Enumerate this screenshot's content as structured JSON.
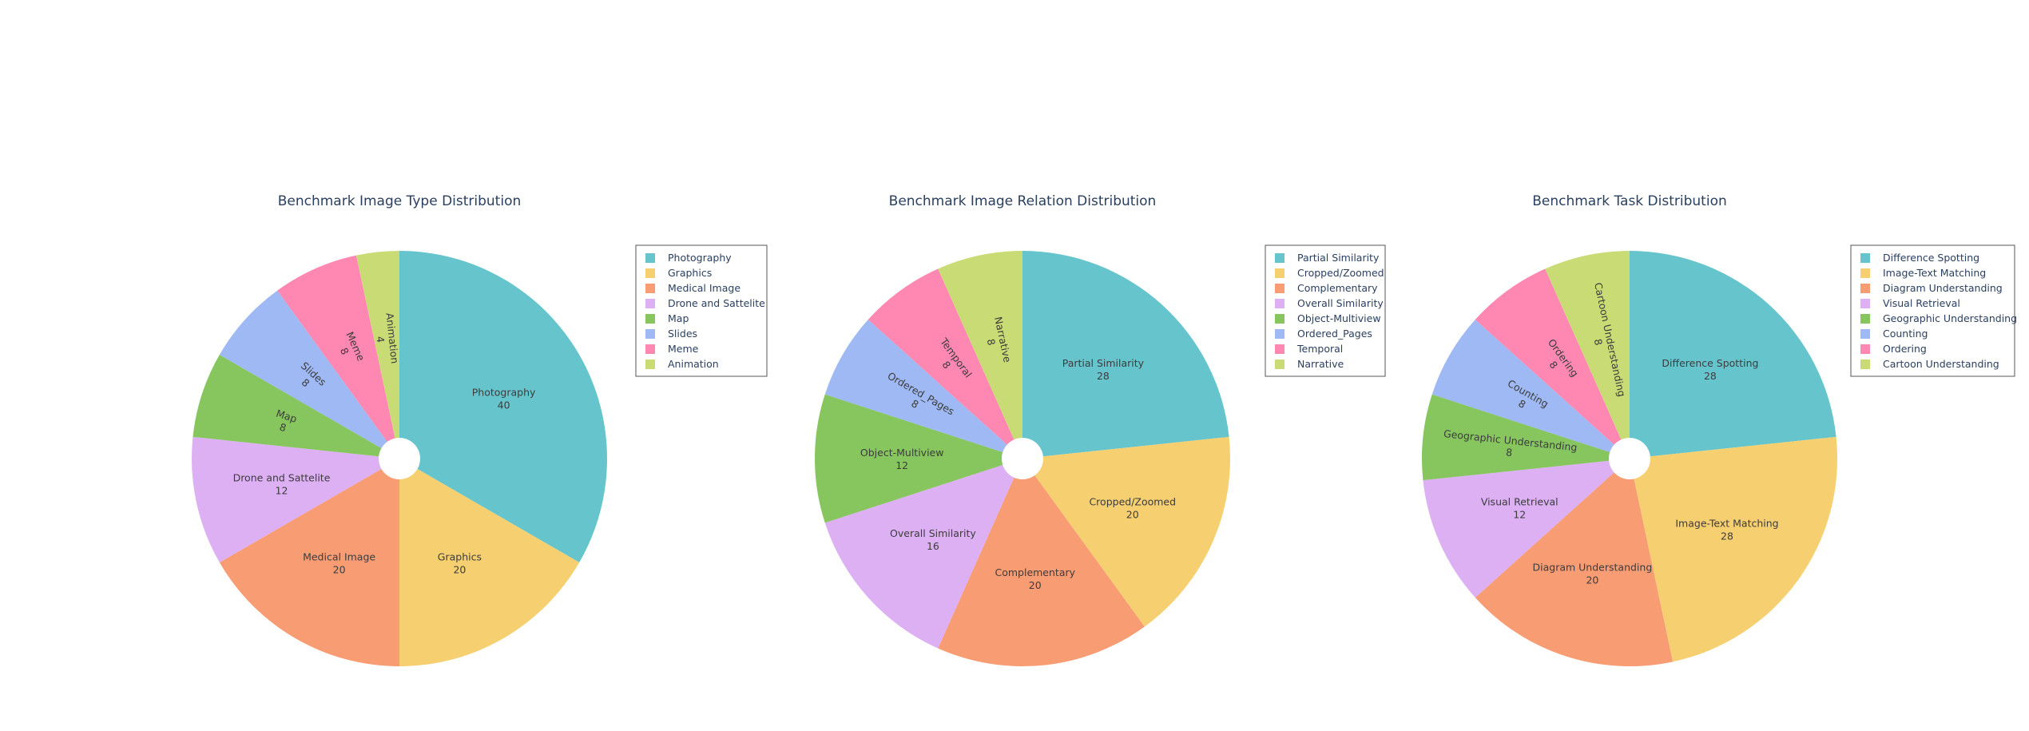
{
  "chart_data": [
    {
      "type": "pie",
      "title": "Benchmark Image Type Distribution",
      "hole": "small",
      "direction": "clockwise",
      "categories": [
        "Photography",
        "Graphics",
        "Medical Image",
        "Drone and Sattelite",
        "Map",
        "Slides",
        "Meme",
        "Animation"
      ],
      "values": [
        40,
        20,
        20,
        12,
        8,
        8,
        8,
        4
      ],
      "legend": [
        "Photography",
        "Graphics",
        "Medical Image",
        "Drone and Sattelite",
        "Map",
        "Slides",
        "Meme",
        "Animation"
      ],
      "legend_placement": "right"
    },
    {
      "type": "pie",
      "title": "Benchmark Image Relation Distribution",
      "hole": "small",
      "direction": "clockwise",
      "categories": [
        "Partial Similarity",
        "Cropped/Zoomed",
        "Complementary",
        "Overall Similarity",
        "Object-Multiview",
        "Ordered_Pages",
        "Temporal",
        "Narrative"
      ],
      "values": [
        28,
        20,
        20,
        16,
        12,
        8,
        8,
        8
      ],
      "legend": [
        "Partial Similarity",
        "Cropped/Zoomed",
        "Complementary",
        "Overall Similarity",
        "Object-Multiview",
        "Ordered_Pages",
        "Temporal",
        "Narrative"
      ],
      "legend_placement": "right"
    },
    {
      "type": "pie",
      "title": "Benchmark Task Distribution",
      "hole": "small",
      "direction": "clockwise",
      "categories": [
        "Difference Spotting",
        "Image-Text Matching",
        "Diagram Understanding",
        "Visual Retrieval",
        "Geographic Understanding",
        "Counting",
        "Ordering",
        "Cartoon Understanding"
      ],
      "values": [
        28,
        28,
        20,
        12,
        8,
        8,
        8,
        8
      ],
      "legend": [
        "Difference Spotting",
        "Image-Text Matching",
        "Diagram Understanding",
        "Visual Retrieval",
        "Geographic Understanding",
        "Counting",
        "Ordering",
        "Cartoon Understanding"
      ],
      "legend_placement": "right"
    }
  ],
  "colors": [
    "#66c5cc",
    "#f6cf71",
    "#f89c74",
    "#dcb0f2",
    "#87c55f",
    "#9eb9f3",
    "#fe88b1",
    "#c9db74"
  ]
}
